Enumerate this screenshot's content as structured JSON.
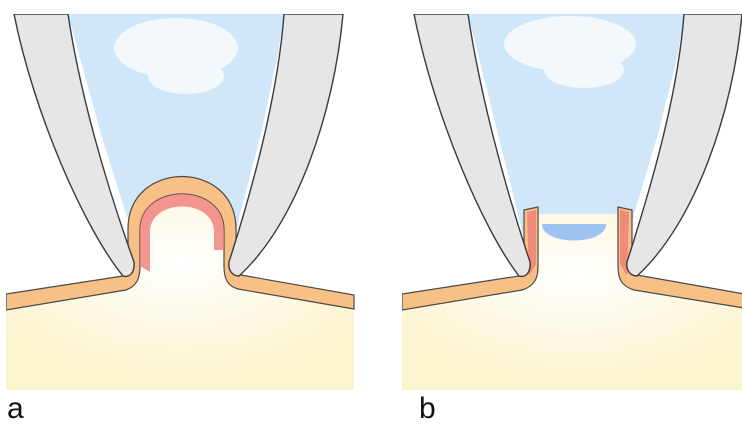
{
  "panels": [
    {
      "id": "a",
      "label": "a"
    },
    {
      "id": "b",
      "label": "b"
    }
  ],
  "colors": {
    "lumen_blue": "#cfe7f8",
    "cloud_white": "#f3f8fc",
    "jaw_gray": "#e6e6e6",
    "jaw_outline": "#3a3a3a",
    "tissue_yellow": "#fcf4cf",
    "tissue_core_white": "#fefcf5",
    "membrane_orange": "#f7c084",
    "membrane_red": "#ef7c78",
    "membrane_outline": "#4a4a4a",
    "pore_blue": "#9dc3f0"
  }
}
